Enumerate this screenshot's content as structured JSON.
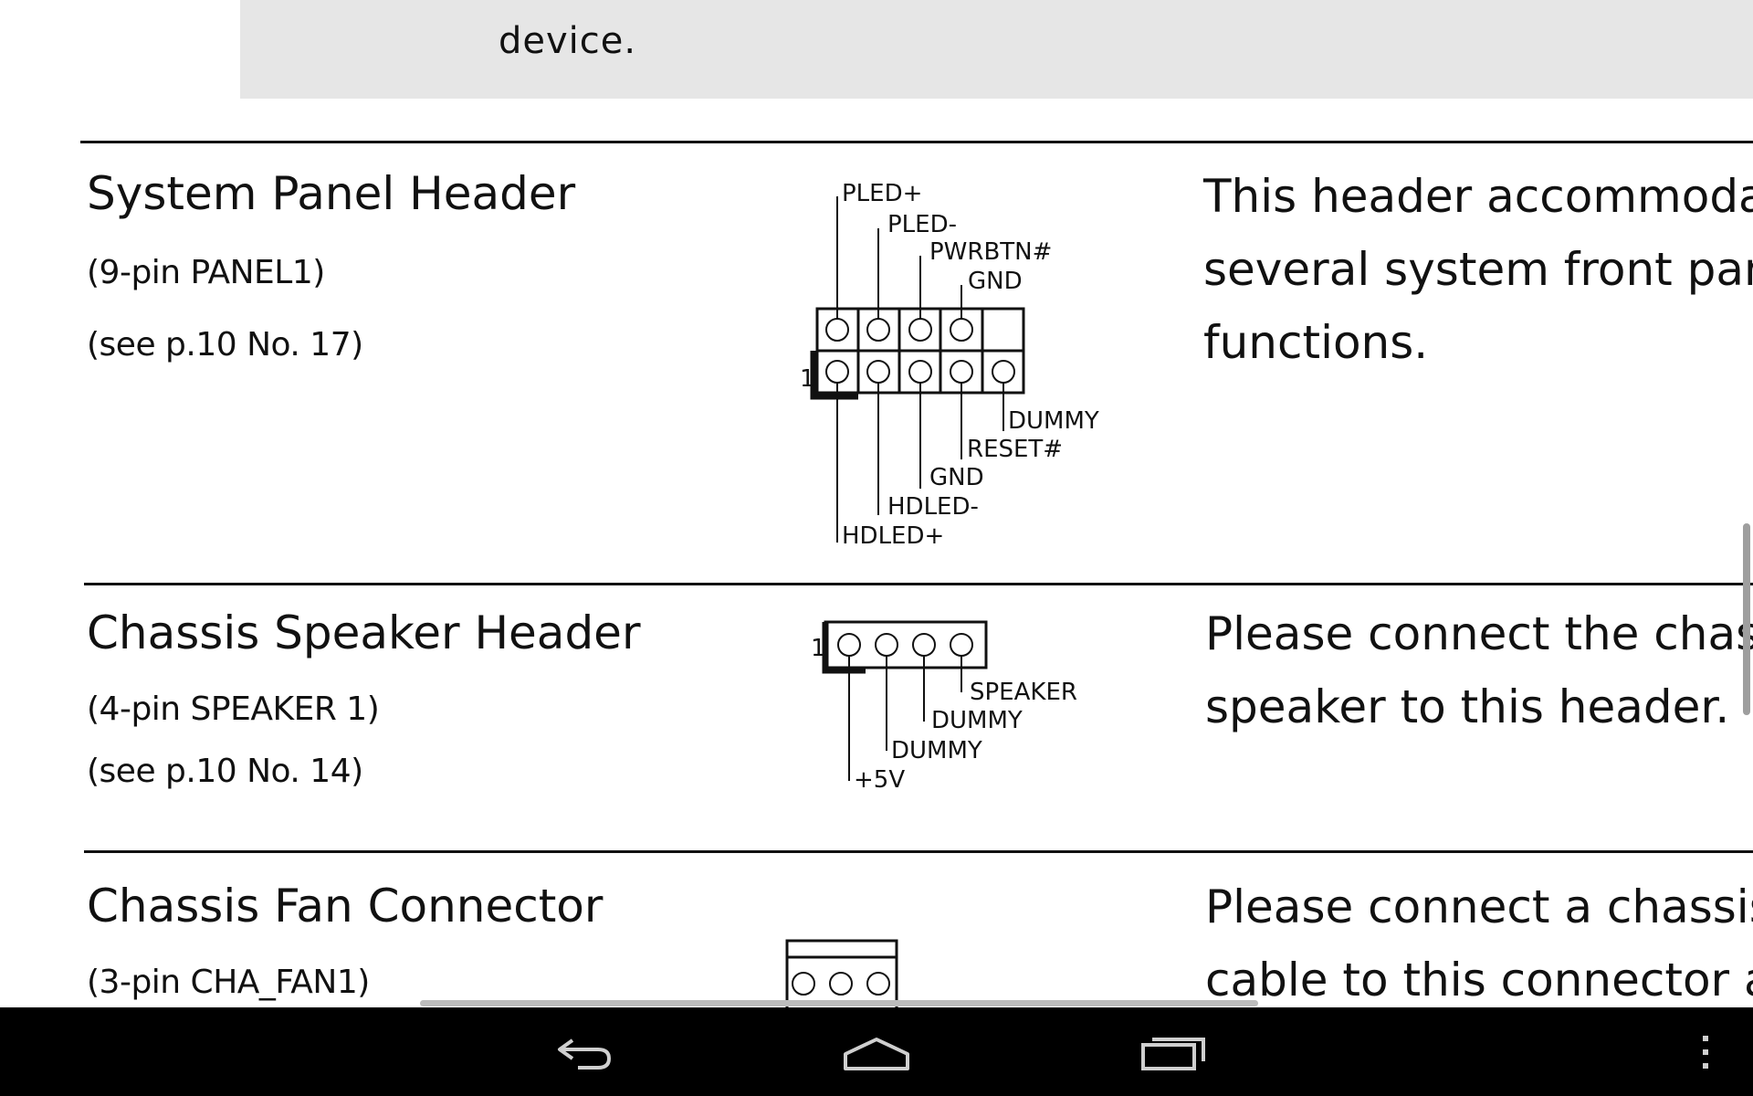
{
  "top_note": {
    "text": "device."
  },
  "sections": [
    {
      "title": "System Panel Header",
      "subtitle": "(9-pin PANEL1)",
      "ref": "(see p.10  No. 17)",
      "description": [
        "This header accommodate",
        "several system front pan",
        "functions."
      ],
      "pin_one_label": "1",
      "pins_top": [
        "PLED+",
        "PLED-",
        "PWRBTN#",
        "GND"
      ],
      "pins_bottom": [
        "DUMMY",
        "RESET#",
        "GND",
        "HDLED-",
        "HDLED+"
      ]
    },
    {
      "title": "Chassis Speaker Header",
      "subtitle": "(4-pin SPEAKER 1)",
      "ref": "(see p.10  No. 14)",
      "description": [
        "Please connect the chas",
        "speaker to this header."
      ],
      "pin_one_label": "1",
      "pins": [
        "SPEAKER",
        "DUMMY",
        "DUMMY",
        "+5V"
      ]
    },
    {
      "title": "Chassis Fan Connector",
      "subtitle": "(3-pin CHA_FAN1)",
      "description": [
        "Please connect a chassis",
        "cable to this connector ar"
      ]
    }
  ],
  "navbar": {
    "buttons": [
      "back",
      "home",
      "recent-apps",
      "menu"
    ],
    "icons": [
      "back-icon",
      "home-icon",
      "recent-apps-icon",
      "overflow-menu-icon"
    ]
  },
  "colors": {
    "note_background": "#e6e6e6",
    "navbar": "#000000",
    "text": "#111111"
  }
}
